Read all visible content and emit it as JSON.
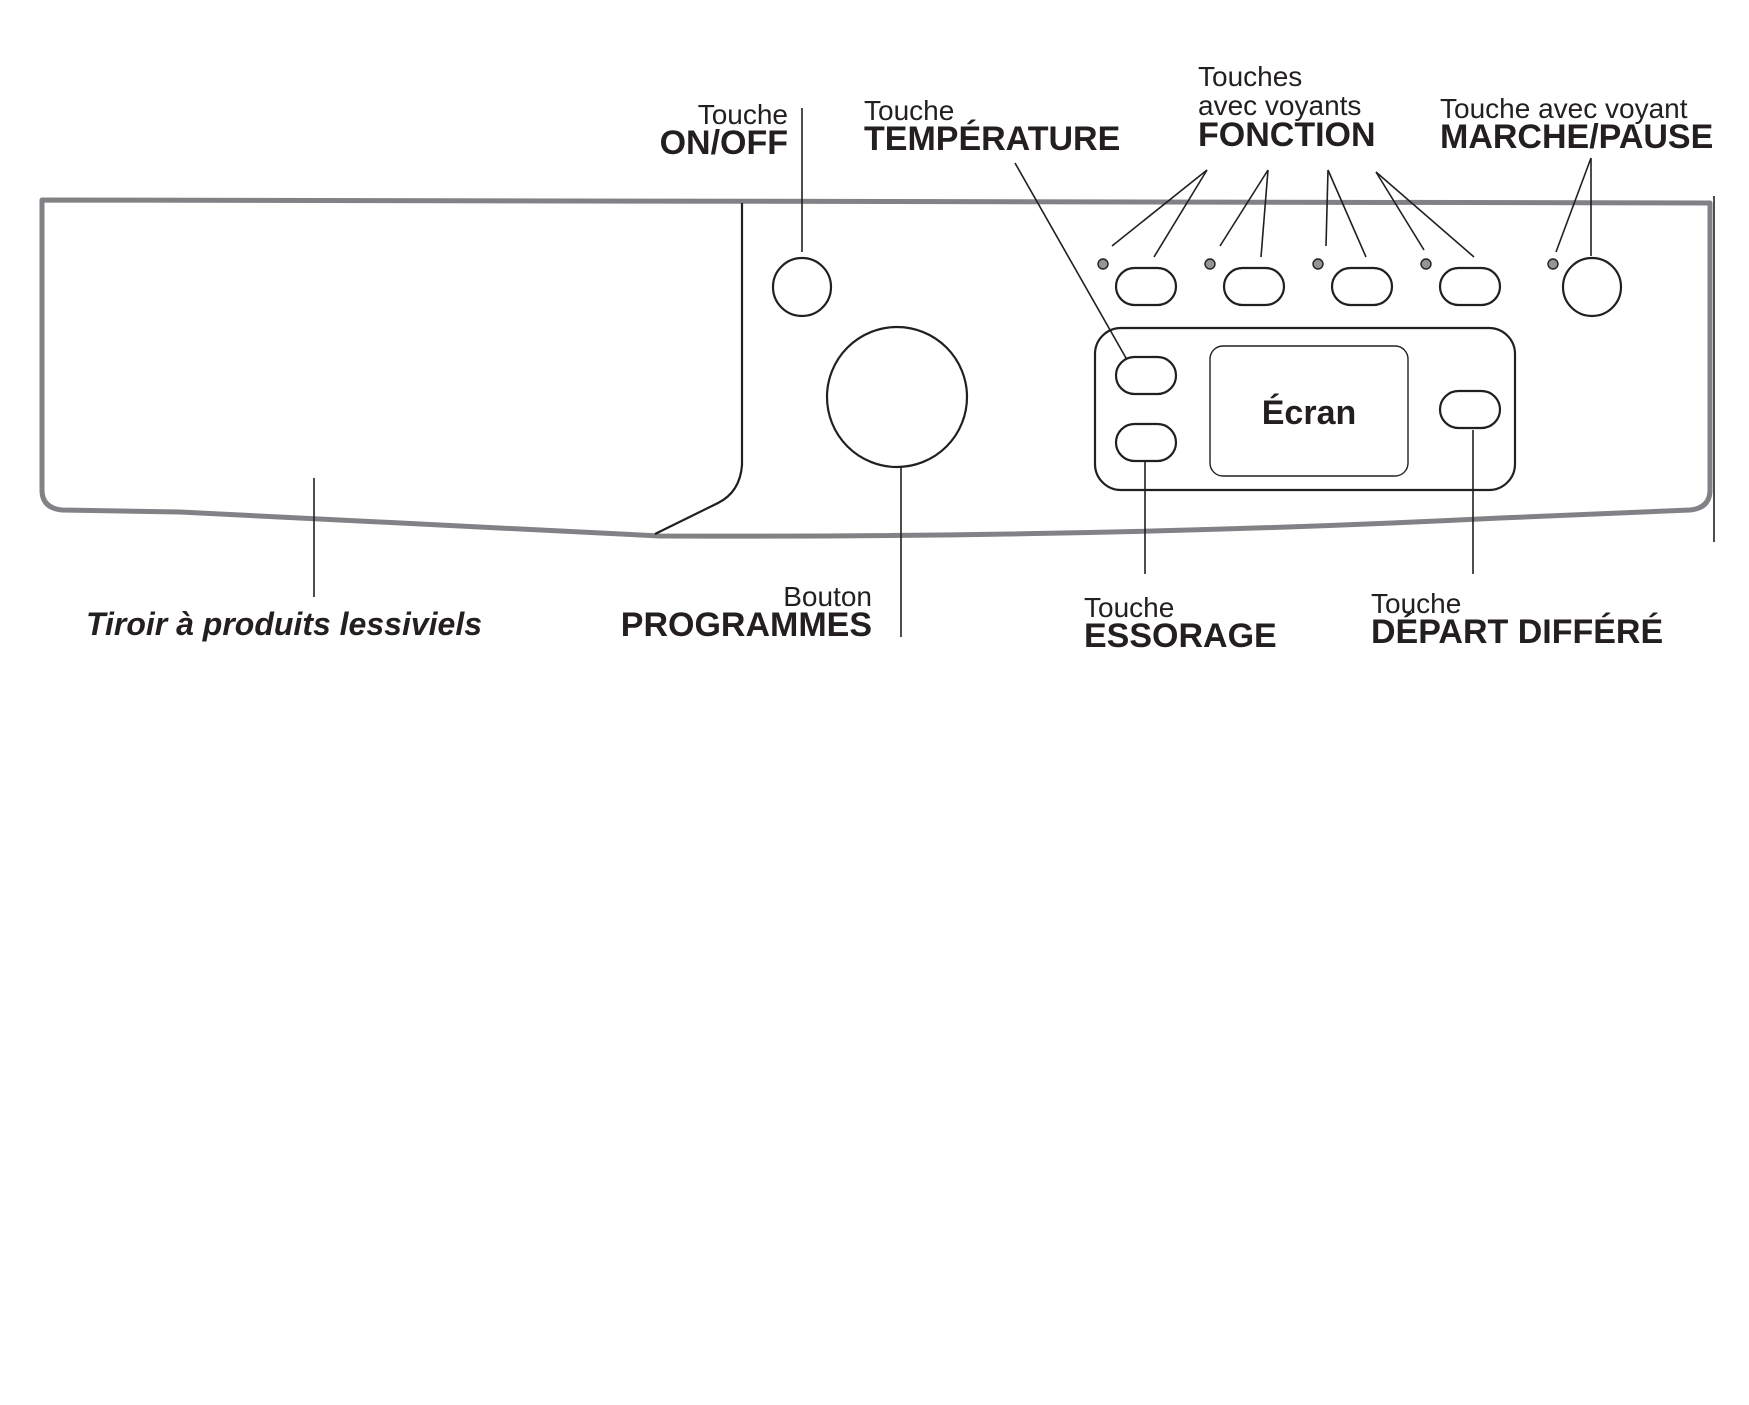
{
  "diagram": {
    "labels": {
      "on_off": {
        "prefix": "Touche",
        "name": "ON/OFF"
      },
      "temperature": {
        "prefix": "Touche",
        "name": "TEMPÉRATURE"
      },
      "fonction": {
        "prefix_line1": "Touches",
        "prefix_line2": "avec voyants",
        "name": "FONCTION"
      },
      "marche_pause": {
        "prefix": "Touche avec voyant",
        "name": "MARCHE/PAUSE"
      },
      "drawer": {
        "name": "Tiroir à produits lessiviels"
      },
      "programmes": {
        "prefix": "Bouton",
        "name": "PROGRAMMES"
      },
      "essorage": {
        "prefix": "Touche",
        "name": "ESSORAGE"
      },
      "depart_differe": {
        "prefix": "Touche",
        "name": "DÉPART DIFFÉRÉ"
      }
    },
    "screen": {
      "label": "Écran"
    },
    "colors": {
      "ink": "#231f20",
      "panel_outline": "#808285",
      "led": "#939598",
      "background": "#ffffff"
    }
  }
}
